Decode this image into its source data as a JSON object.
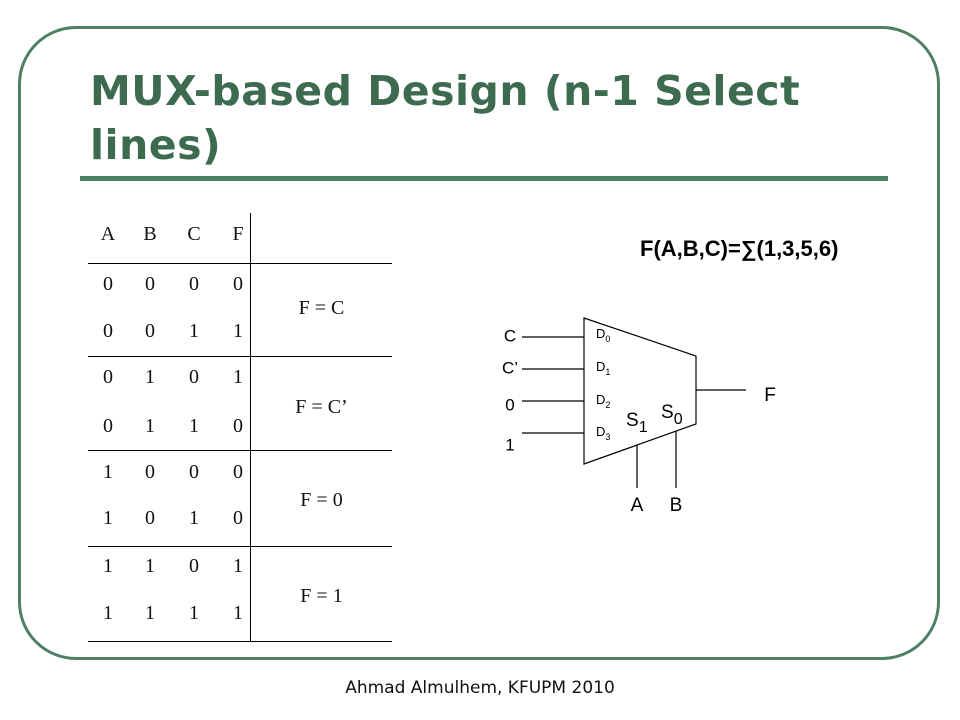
{
  "title": "MUX-based Design (n-1 Select lines)",
  "footer": "Ahmad Almulhem, KFUPM 2010",
  "function_label": "F(A,B,C)=∑(1,3,5,6)",
  "colors": {
    "accent": "#4e8065",
    "title": "#3d6b50"
  },
  "truth_table": {
    "headers": [
      "A",
      "B",
      "C",
      "F"
    ],
    "rows": [
      [
        "0",
        "0",
        "0",
        "0"
      ],
      [
        "0",
        "0",
        "1",
        "1"
      ],
      [
        "0",
        "1",
        "0",
        "1"
      ],
      [
        "0",
        "1",
        "1",
        "0"
      ],
      [
        "1",
        "0",
        "0",
        "0"
      ],
      [
        "1",
        "0",
        "1",
        "0"
      ],
      [
        "1",
        "1",
        "0",
        "1"
      ],
      [
        "1",
        "1",
        "1",
        "1"
      ]
    ],
    "groups": [
      "F = C",
      "F = C’",
      "F = 0",
      "F = 1"
    ]
  },
  "mux": {
    "input_signals": [
      "C",
      "C’",
      "0",
      "1"
    ],
    "data_pins": [
      {
        "letter": "D",
        "sub": "0"
      },
      {
        "letter": "D",
        "sub": "1"
      },
      {
        "letter": "D",
        "sub": "2"
      },
      {
        "letter": "D",
        "sub": "3"
      }
    ],
    "select_pins": [
      {
        "letter": "S",
        "sub": "1"
      },
      {
        "letter": "S",
        "sub": "0"
      }
    ],
    "select_signals": [
      "A",
      "B"
    ],
    "output": "F"
  }
}
